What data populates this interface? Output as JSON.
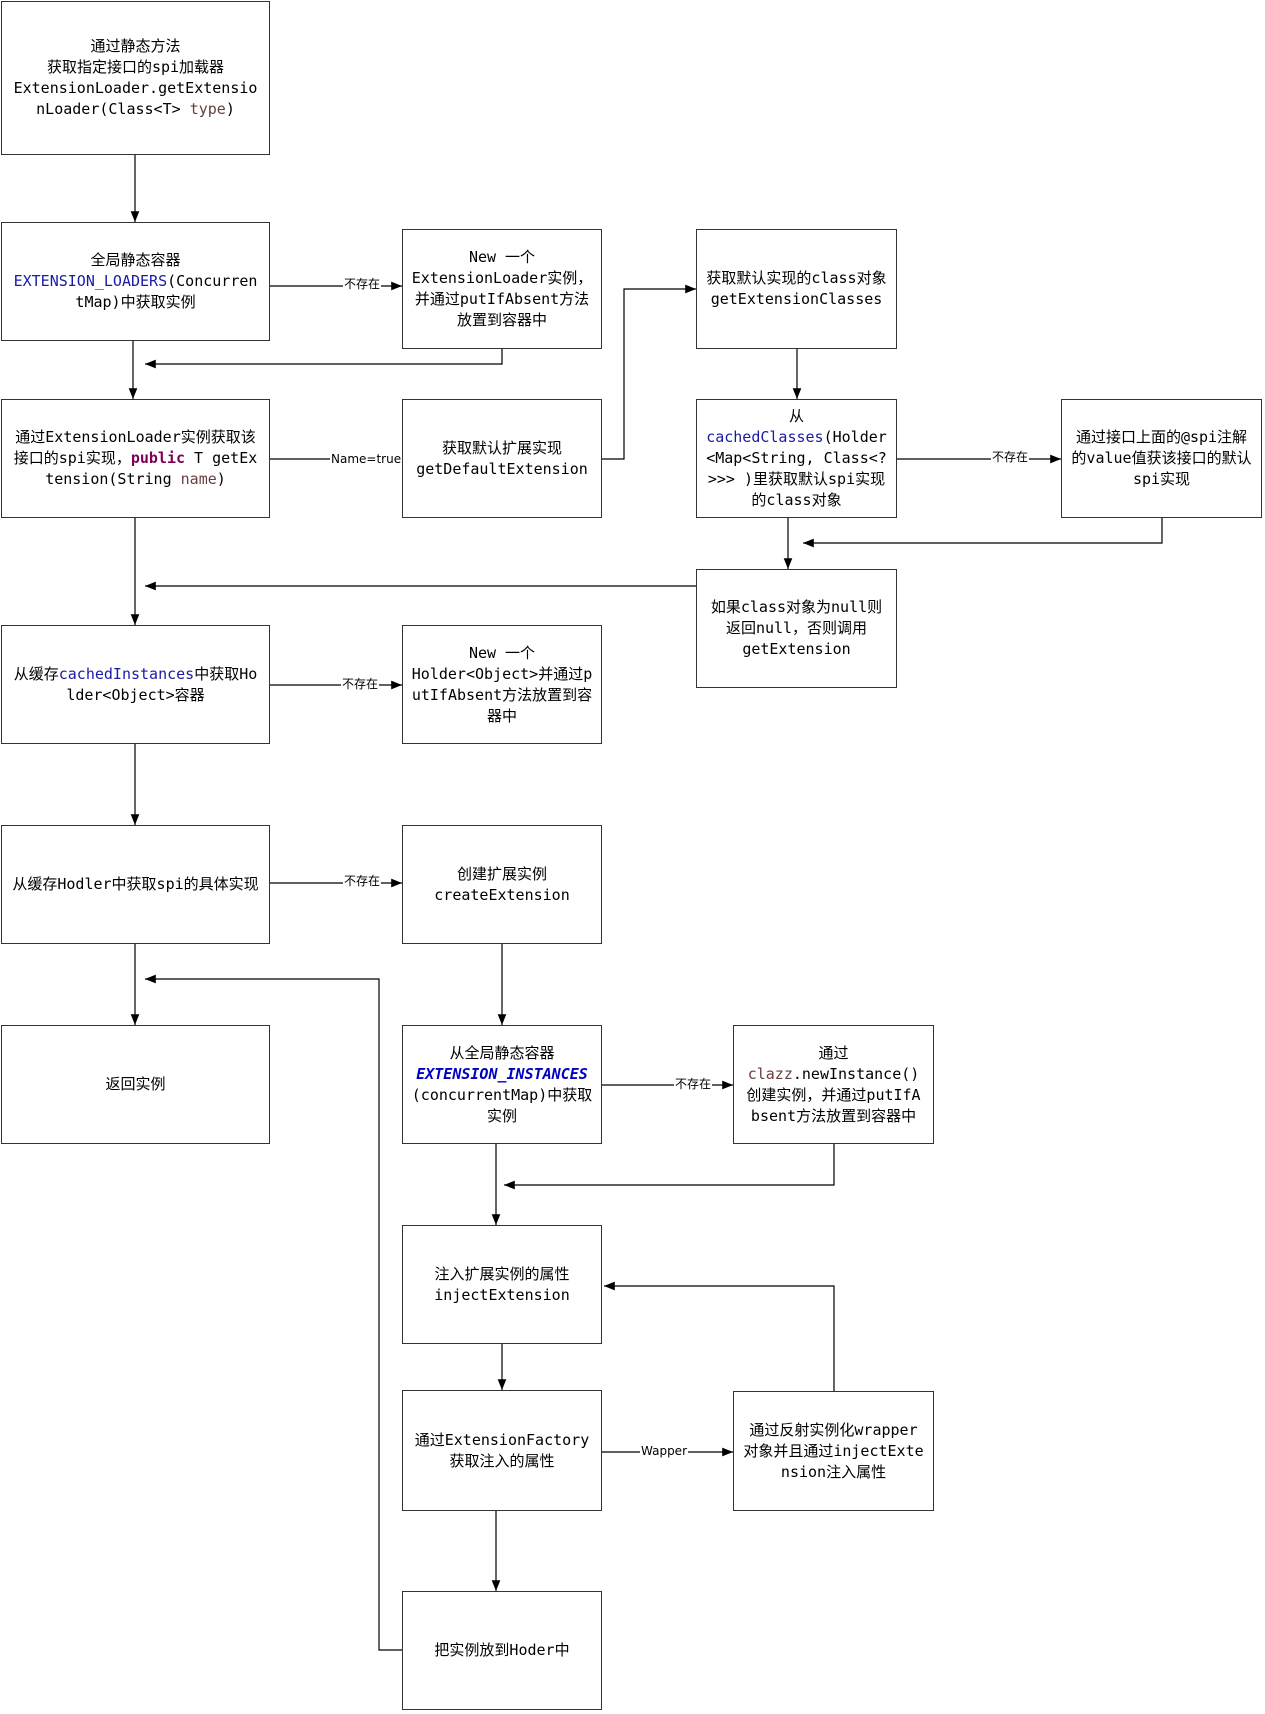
{
  "nodes": {
    "n1": {
      "t1": "通过静态方法",
      "t2": "获取指定接口的spi加载器",
      "t3": "ExtensionLoader.getExtensionLoader(Class<T> ",
      "t4": "type",
      "t5": ")"
    },
    "n2": {
      "t1": "全局静态容器",
      "t2": "EXTENSION_LOADERS",
      "t3": "(ConcurrentMap)中获取实例"
    },
    "n3": {
      "t1": "New 一个",
      "t2": "ExtensionLoader实例，并通过putIfAbsent方法放置到容器中"
    },
    "n4": {
      "t1": "获取默认实现的class对象",
      "t2": "getExtensionClasses"
    },
    "n5": {
      "t1": "通过ExtensionLoader实例获取该接口的spi实现，",
      "t2": "public",
      "t3": " T getExtension(String ",
      "t4": "name",
      "t5": ")"
    },
    "n6": {
      "t1": "获取默认扩展实现",
      "t2": "getDefaultExtension"
    },
    "n7": {
      "t1": "从",
      "t2": "cachedClasses",
      "t3": "(Holder<Map<String, Class<?>>> )里获取默认spi实现的class对象"
    },
    "n8": {
      "t1": "通过接口上面的@spi注解的value值获该接口的默认spi实现"
    },
    "n9": {
      "t1": "如果class对象为null则返回null，否则调用",
      "t2": "getExtension"
    },
    "n10": {
      "t1": "从缓存",
      "t2": "cachedInstances",
      "t3": "中获取Holder<Object>容器"
    },
    "n11": {
      "t1": "New 一个",
      "t2": "Holder<Object>并通过putIfAbsent方法放置到容器中"
    },
    "n12": {
      "t1": "从缓存Hodler中获取spi的具体实现"
    },
    "n13": {
      "t1": "创建扩展实例",
      "t2": "createExtension"
    },
    "n14": {
      "t1": "返回实例"
    },
    "n15": {
      "t1": "从全局静态容器",
      "t2": "EXTENSION_INSTANCES",
      "t3": "(concurrentMap)中获取实例"
    },
    "n16": {
      "t1": "通过",
      "t2": "clazz",
      "t3": ".newInstance()创建实例，并通过putIfAbsent方法放置到容器中"
    },
    "n17": {
      "t1": "注入扩展实例的属性",
      "t2": "injectExtension"
    },
    "n18": {
      "t1": "通过ExtensionFactory获取注入的属性"
    },
    "n19": {
      "t1": "通过反射实例化wrapper对象并且通过injectExtension注入属性"
    },
    "n20": {
      "t1": "把实例放到Hoder中"
    }
  },
  "edge_labels": {
    "not_exist": "不存在",
    "name_true": "Name=true",
    "wapper": "Wapper"
  },
  "colors": {
    "keyword_blue": "#1a1aa6",
    "keyword_purple": "#7f0055",
    "param_brown": "#6a3e3e",
    "line": "#000000"
  }
}
